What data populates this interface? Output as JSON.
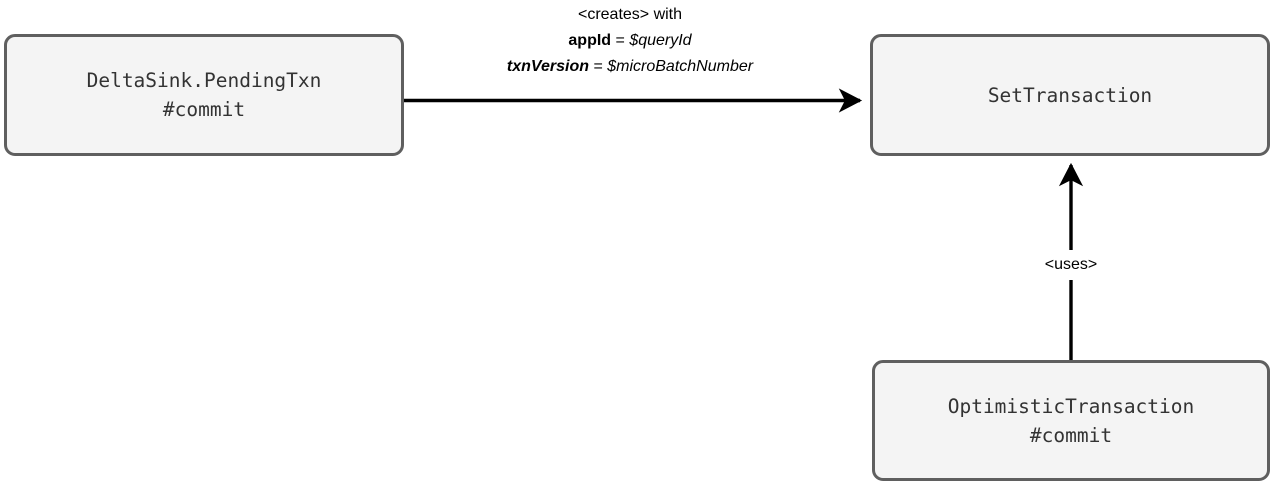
{
  "diagram": {
    "type": "flow-diagram",
    "background_color": "#ffffff",
    "node_fill": "#f4f4f4",
    "node_border": "#5f5f5f",
    "node_text_color": "#333333",
    "edge_color": "#000000",
    "nodes": [
      {
        "id": "pending-txn",
        "label": "DeltaSink.PendingTxn\n#commit",
        "line1": "DeltaSink.PendingTxn",
        "line2": "#commit"
      },
      {
        "id": "set-transaction",
        "label": "SetTransaction",
        "line1": "SetTransaction",
        "line2": ""
      },
      {
        "id": "optimistic-transaction",
        "label": "OptimisticTransaction\n#commit",
        "line1": "OptimisticTransaction",
        "line2": "#commit"
      }
    ],
    "edges": [
      {
        "id": "creates",
        "from": "pending-txn",
        "to": "set-transaction",
        "direction": "right",
        "label_lines": [
          {
            "text": "<creates> with",
            "style": "normal"
          },
          {
            "parts": [
              {
                "text": "appId",
                "style": "bold"
              },
              {
                "text": " = ",
                "style": "normal"
              },
              {
                "text": "$queryId",
                "style": "italic"
              }
            ]
          },
          {
            "parts": [
              {
                "text": "txnVersion",
                "style": "bold-italic"
              },
              {
                "text": " = ",
                "style": "normal"
              },
              {
                "text": "$microBatchNumber",
                "style": "italic"
              }
            ]
          }
        ]
      },
      {
        "id": "uses",
        "from": "optimistic-transaction",
        "to": "set-transaction",
        "direction": "up",
        "label": "<uses>"
      }
    ]
  }
}
